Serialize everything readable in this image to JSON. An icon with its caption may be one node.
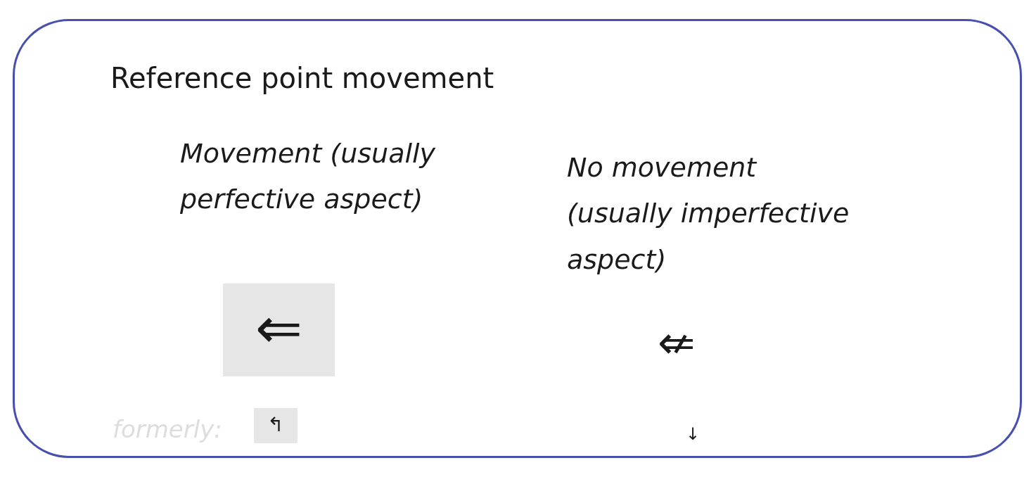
{
  "diagram": {
    "nodes": [
      {
        "text": [
          "Reference point movement"
        ]
      },
      {
        "text": [
          "⇐"
        ],
        "in": 0
      },
      {
        "text": [
          "↰"
        ],
        "in": 0
      }
    ],
    "labels": [
      "Movement (usually perfective aspect)",
      "No movement (usually imperfective aspect)",
      "⇍",
      "formerly:",
      "↓"
    ]
  }
}
